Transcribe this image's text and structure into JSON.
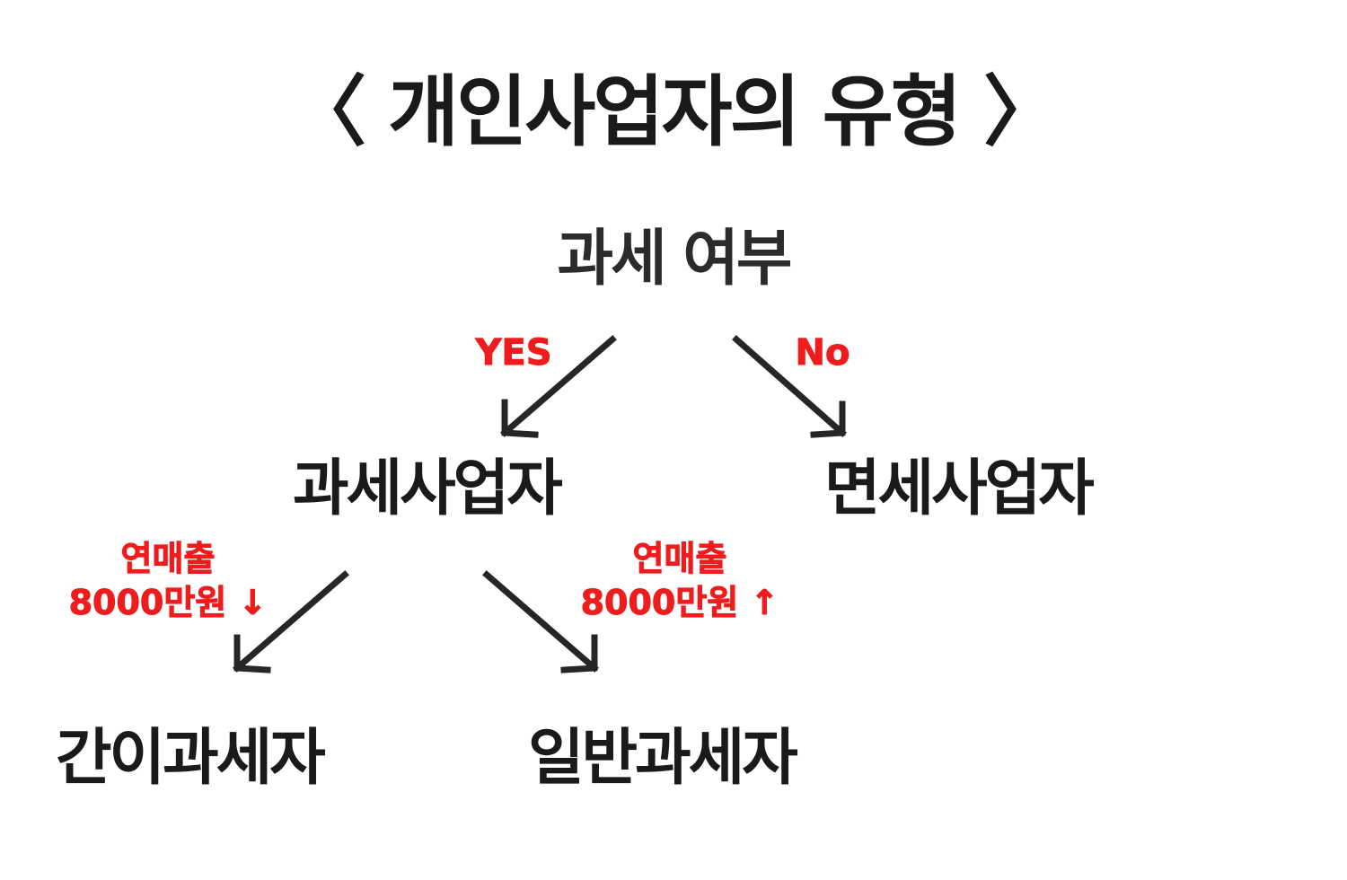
{
  "title": "〈 개인사업자의 유형 〉",
  "root": "과세 여부",
  "branches": {
    "yes_label": "YES",
    "no_label": "No"
  },
  "nodes": {
    "taxable": "과세사업자",
    "exempt": "면세사업자",
    "simple": "간이과세자",
    "general": "일반과세자"
  },
  "conditions": {
    "lower": {
      "line1": "연매출",
      "line2": "8000만원 ↓"
    },
    "upper": {
      "line1": "연매출",
      "line2": "8000만원 ↑"
    }
  },
  "colors": {
    "text": "#1a1a1a",
    "accent": "#ee1c1c",
    "arrow": "#262626"
  }
}
